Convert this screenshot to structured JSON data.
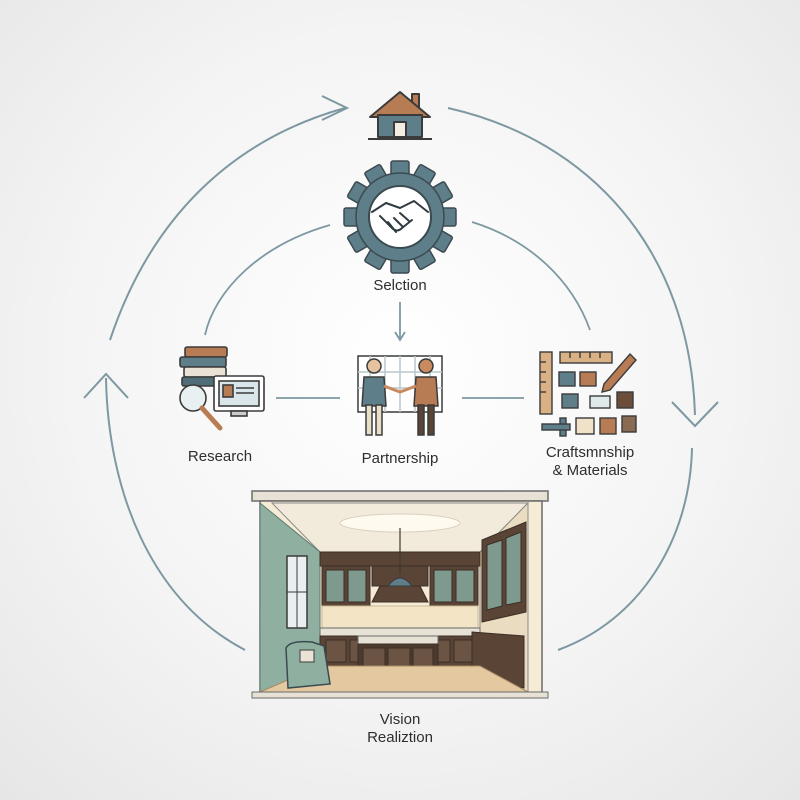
{
  "nodes": {
    "top": {
      "icon": "house-icon"
    },
    "selection": {
      "label": "Selction",
      "icon": "gear-handshake-icon"
    },
    "research": {
      "label": "Research",
      "icon": "books-magnifier-computer-icon"
    },
    "partnership": {
      "label": "Partnership",
      "icon": "two-people-blueprint-icon"
    },
    "craftsmanship": {
      "label_line1": "Craftsmnship",
      "label_line2": "& Materials",
      "icon": "ruler-pencil-swatches-icon"
    },
    "vision": {
      "label_line1": "Vision",
      "label_line2": "Realiztion",
      "icon": "kitchen-interior-illustration"
    }
  },
  "colors": {
    "line": "#7e98a2",
    "slate_blue": "#5e7f8a",
    "brown": "#b87c55",
    "cabinet": "#5a4436",
    "wall_green": "#8fb0a0",
    "cream": "#f3e4c6"
  }
}
